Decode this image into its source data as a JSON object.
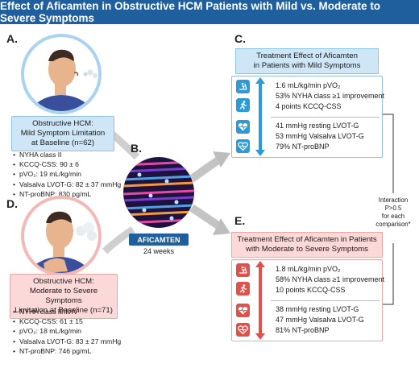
{
  "title": "Effect of Aficamten in Obstructive HCM Patients with Mild vs. Moderate to Severe Symptoms",
  "panels": {
    "a": {
      "letter": "A.",
      "label_lines": [
        "Obstructive HCM:",
        "Mild Symptom Limitation",
        "at Baseline (n=62)"
      ],
      "bullets": [
        "NYHA class II",
        "KCCQ-CSS: 90 ± 6",
        "pVO₂: 19 mL/kg/min",
        "Valsalva LVOT-G: 82 ± 37 mmHg",
        "NT-proBNP: 830 pg/mL"
      ]
    },
    "b": {
      "letter": "B.",
      "drug_name": "AFICAMTEN",
      "duration": "24 weeks"
    },
    "c": {
      "letter": "C.",
      "heading_lines": [
        "Treatment Effect of Aficamten",
        "in Patients with Mild Symptoms"
      ],
      "group1": [
        "1.6 mL/kg/min pVO₂",
        "53% NYHA class ≥1 improvement",
        "4 points KCCQ-CSS"
      ],
      "group2": [
        "41 mmHg resting LVOT-G",
        "53 mmHg Valsalva LVOT-G",
        "79% NT-proBNP"
      ]
    },
    "d": {
      "letter": "D.",
      "label_lines": [
        "Obstructive HCM:",
        "Moderate to Severe Symptoms",
        "Limitation at Baseline (n=71)"
      ],
      "bullets": [
        "NYHA class II/III/IV",
        "KCCQ-CSS: 61 ± 15",
        "pVO₂: 18 mL/kg/min",
        "Valsalva LVOT-G: 83 ± 27 mmHg",
        "NT-proBNP: 746 pg/mL"
      ]
    },
    "e": {
      "letter": "E.",
      "heading_lines": [
        "Treatment Effect of Aficamten in Patients",
        "with Moderate to Severe Symptoms"
      ],
      "group1": [
        "1.8 mL/kg/min pVO₂",
        "58% NYHA class ≥1 improvement",
        "10 points KCCQ-CSS"
      ],
      "group2": [
        "38 mmHg resting LVOT-G",
        "47 mmHg Valsalva LVOT-G",
        "81% NT-proBNP"
      ]
    },
    "interaction_lines": [
      "Interaction",
      "P>0.5",
      "for each",
      "comparison*"
    ]
  },
  "colors": {
    "title_bg": "#1f5f9e",
    "blue": "#2b9ad6",
    "blue_light": "#cfe6f6",
    "red": "#e0514c",
    "red_light": "#fbd9d8",
    "skin": "#e8b48e",
    "shirt": "#3a4f9c"
  },
  "icons": [
    "treadmill-icon",
    "runner-icon",
    "heart-rate-icon",
    "heart-pulse-icon"
  ]
}
